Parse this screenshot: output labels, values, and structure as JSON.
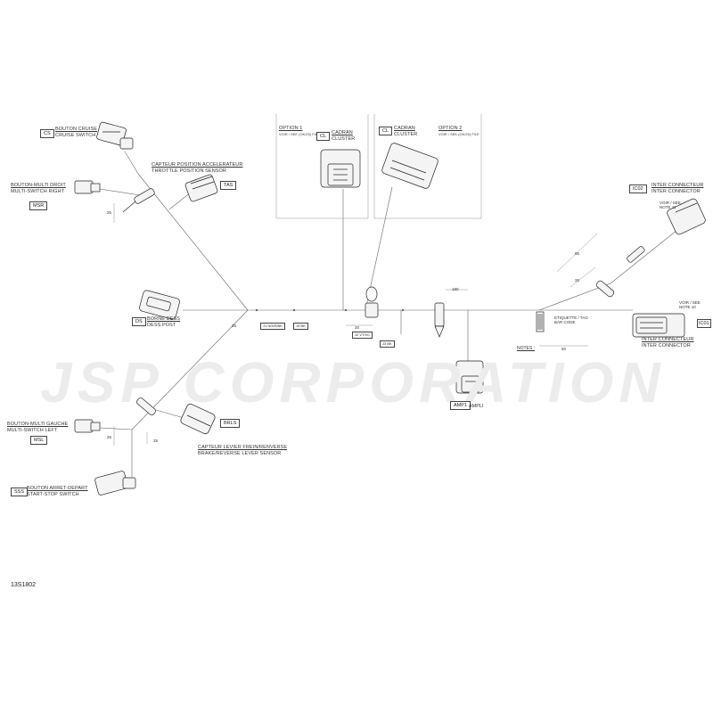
{
  "watermark": "JSP CORPORATION",
  "figure_ref": "13S1802",
  "components": {
    "cs": {
      "tag": "CS",
      "fr": "BOUTON CRUISE",
      "en": "CRUISE SWITCH"
    },
    "msr": {
      "tag": "MSR",
      "fr": "BOUTON-MULTI DROIT",
      "en": "MULTI-SWITCH RIGHT"
    },
    "tps": {
      "tag": "TAS",
      "fr": "CAPTEUR POSITION ACCELERATEUR",
      "en": "THROTTLE POSITION SENSOR"
    },
    "ds": {
      "tag": "DS",
      "fr": "BORNE DESS",
      "en": "DESS POST"
    },
    "msl": {
      "tag": "MSL",
      "fr": "BOUTON-MULTI GAUCHE",
      "en": "MULTI-SWITCH LEFT"
    },
    "brls": {
      "tag": "BRLS",
      "fr": "CAPTEUR LEVIER FREIN/RENVERSE",
      "en": "BRAKE/REVERSE LEVER SENSOR"
    },
    "sss": {
      "tag": "SSS",
      "fr": "BOUTON ARRET-DEPART",
      "en": "START-STOP SWITCH"
    },
    "cl1": {
      "tag": "CL",
      "option": "OPTION 1",
      "note": "VOIR / SEE (OK/25) FILE",
      "fr": "CADRAN",
      "en": "CLUSTER"
    },
    "cl2": {
      "tag": "CL",
      "option": "OPTION 2",
      "note": "VOIR / SEE (OK/25) FILE",
      "fr": "CADRAN",
      "en": "CLUSTER"
    },
    "ic2": {
      "tag": "IC02",
      "fr": "INTER CONNECTEUR",
      "en": "INTER CONNECTOR",
      "note1": "VOIR / SEE",
      "note2": "NOTE 11"
    },
    "ic1": {
      "tag": "IC01",
      "fr": "INTER CONNECTEUR",
      "en": "INTER CONNECTOR",
      "note1": "VOIR / SEE",
      "note2": "NOTE 10"
    },
    "amp1": {
      "tag": "AMP1",
      "label": "AMPLI"
    }
  },
  "junctions": {
    "j1": "J1 NOIR/BK",
    "j3": "J3 BK",
    "j2": "J2 VT/VC",
    "j4": "J3 BK"
  },
  "labels": {
    "tag_fr": "ETIQUETTE / TAG",
    "tag_en": "BAR CODE",
    "notes": "NOTES :"
  },
  "dimensions": {
    "d1": "20",
    "d2": "25",
    "d3": "25",
    "d4": "25",
    "d5": "180",
    "d6": "55",
    "d7": "20",
    "d8": "50",
    "d9": "25"
  }
}
